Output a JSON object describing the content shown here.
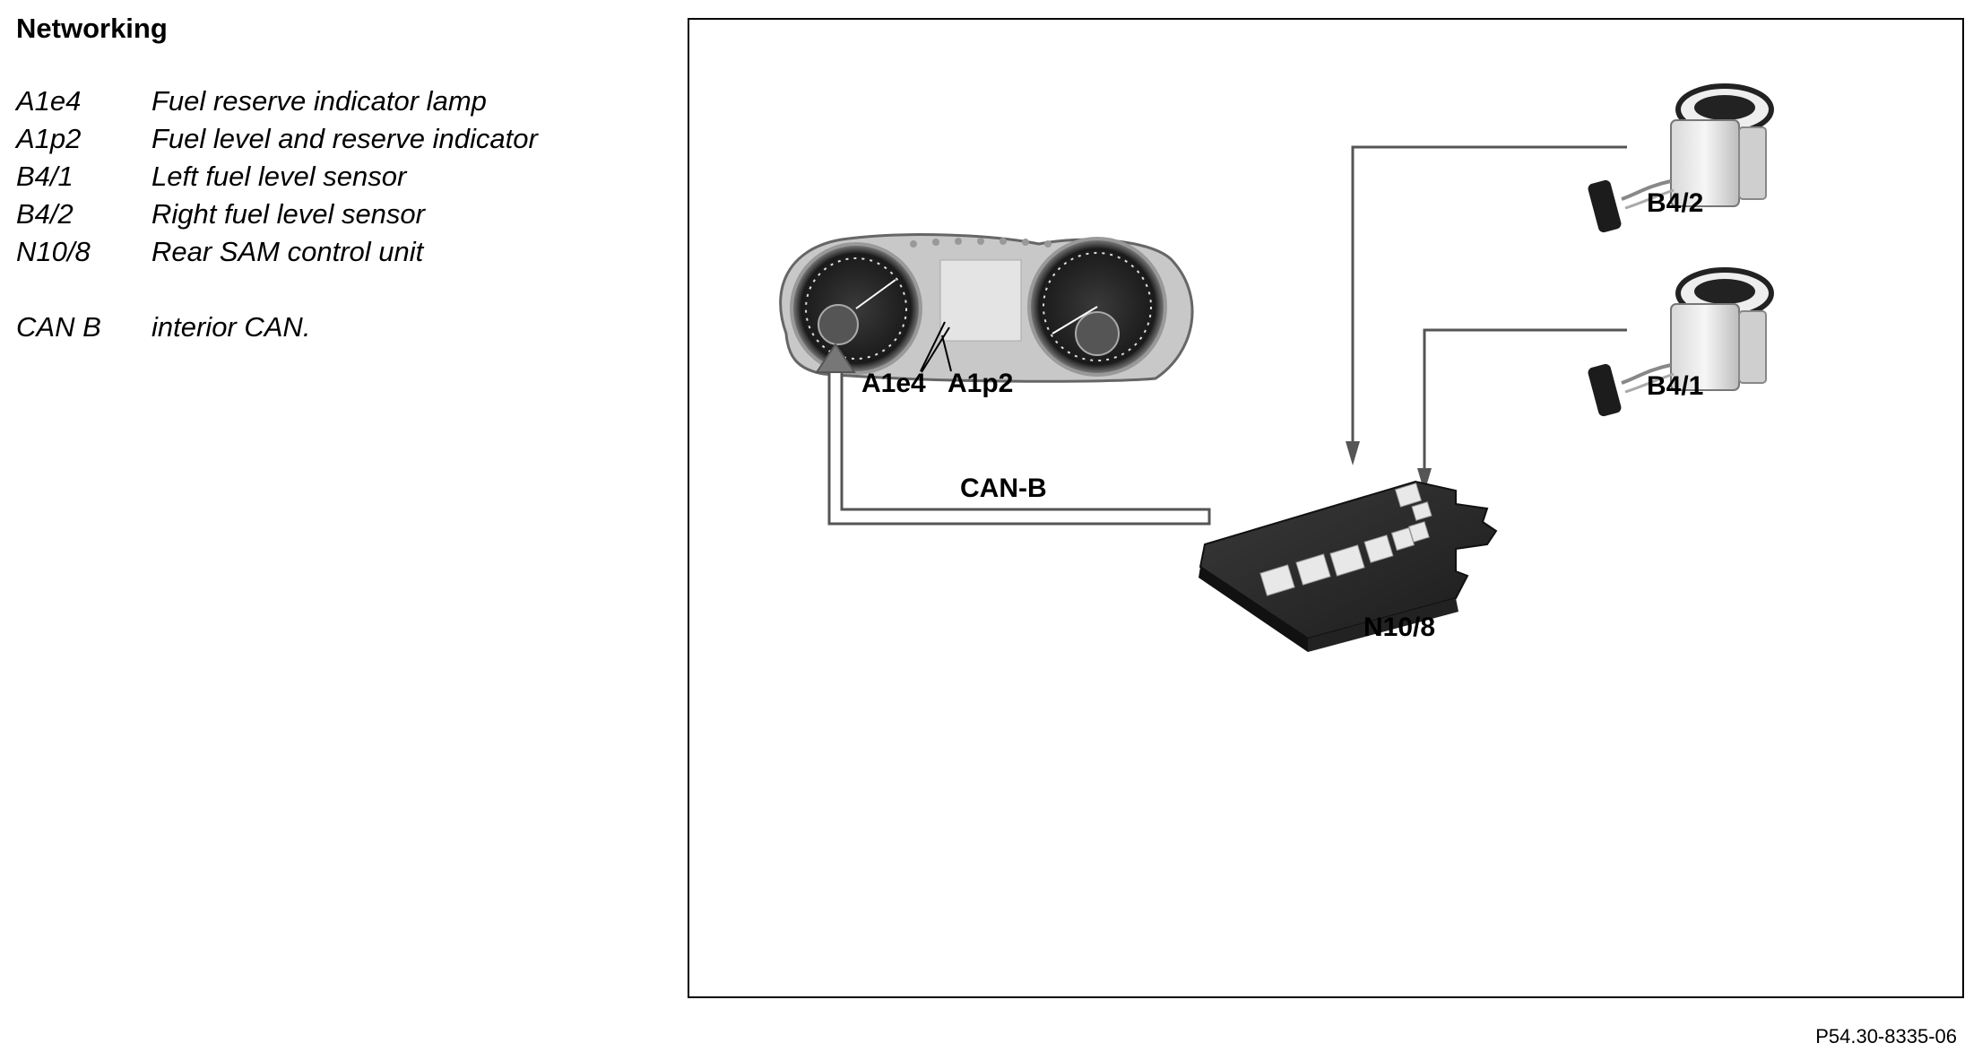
{
  "heading": "Networking",
  "legend": [
    {
      "code": "A1e4",
      "desc": "Fuel reserve indicator lamp"
    },
    {
      "code": "A1p2",
      "desc": "Fuel level and reserve indicator"
    },
    {
      "code": "B4/1",
      "desc": "Left fuel level sensor"
    },
    {
      "code": "B4/2",
      "desc": "Right fuel level sensor"
    },
    {
      "code": "N10/8",
      "desc": "Rear SAM control unit"
    }
  ],
  "legend_extra": {
    "code": "CAN B",
    "desc": "interior CAN."
  },
  "diagram": {
    "labels": {
      "right_sensor": "B4/2",
      "left_sensor": "B4/1",
      "lamp": "A1e4",
      "indicator": "A1p2",
      "bus": "CAN-B",
      "control_unit": "N10/8"
    }
  },
  "figure_ref": "P54.30-8335-06"
}
